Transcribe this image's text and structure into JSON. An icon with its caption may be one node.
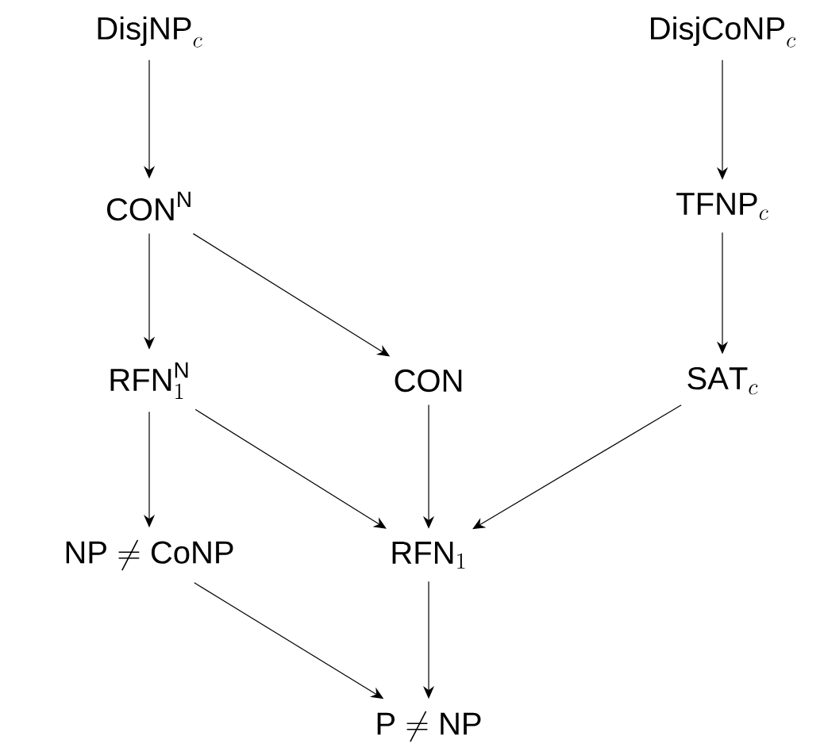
{
  "diagram": {
    "nodes": [
      {
        "text": [
          "\\mathsf{DisjNP}_c"
        ]
      },
      {
        "text": [
          "\\mathsf{DisjCoNP}_c"
        ]
      },
      {
        "text": [
          "\\mathsf{CON}^{\\mathsf{N}}"
        ]
      },
      {
        "text": [
          "\\mathsf{TFNP}_c"
        ]
      },
      {
        "text": [
          "\\mathsf{RFN}_1^{\\mathsf{N}}"
        ]
      },
      {
        "text": [
          "\\mathsf{CON}"
        ]
      },
      {
        "text": [
          "\\mathsf{SAT}_c"
        ]
      },
      {
        "text": [
          "\\mathsf{NP} \\neq \\mathsf{CoNP}"
        ]
      },
      {
        "text": [
          "\\mathsf{RFN}_1"
        ]
      },
      {
        "text": [
          "\\mathsf{P} \\neq \\mathsf{NP}"
        ]
      }
    ],
    "edges": [
      {
        "from": 0,
        "to": 2,
        "arrow": "to"
      },
      {
        "from": 1,
        "to": 3,
        "arrow": "to"
      },
      {
        "from": 2,
        "to": 4,
        "arrow": "to"
      },
      {
        "from": 2,
        "to": 5,
        "arrow": "to"
      },
      {
        "from": 3,
        "to": 6,
        "arrow": "to"
      },
      {
        "from": 4,
        "to": 7,
        "arrow": "to"
      },
      {
        "from": 4,
        "to": 8,
        "arrow": "to"
      },
      {
        "from": 5,
        "to": 8,
        "arrow": "to"
      },
      {
        "from": 6,
        "to": 8,
        "arrow": "to"
      },
      {
        "from": 7,
        "to": 9,
        "arrow": "to"
      },
      {
        "from": 8,
        "to": 9,
        "arrow": "to"
      }
    ]
  }
}
